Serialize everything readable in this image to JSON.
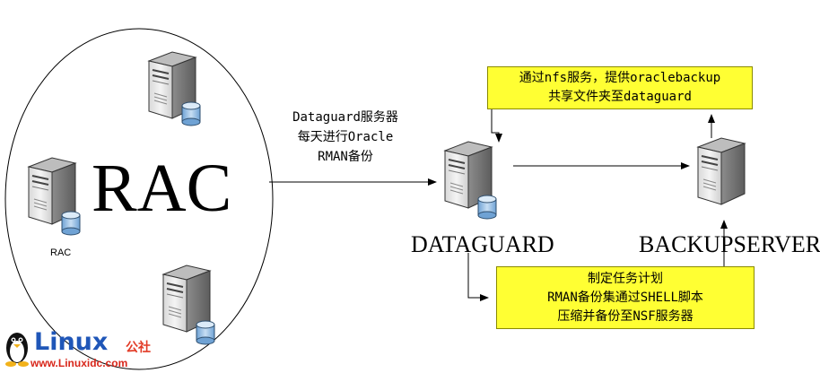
{
  "rac_cluster": {
    "title": "RAC",
    "server_label": "RAC"
  },
  "edge_backup": {
    "lines": [
      "Dataguard服务器",
      "每天进行Oracle",
      "RMAN备份"
    ]
  },
  "nodes": {
    "dataguard": "DATAGUARD",
    "backupserver": "BACKUPSERVER"
  },
  "notes": {
    "nfs": [
      "通过nfs服务，提供oraclebackup",
      "共享文件夹至dataguard"
    ],
    "task": [
      "制定任务计划",
      "RMAN备份集通过SHELL脚本",
      "压缩并备份至NSF服务器"
    ]
  },
  "watermark": {
    "brand": "Linux",
    "brand_cn": "公社",
    "url": "www.Linuxidc.com"
  },
  "colors": {
    "note_fill": "#ffff33",
    "server_body": "#e9e9e9",
    "disk": "#9cc3e6",
    "brand_blue": "#1f56b8",
    "brand_red": "#d8261a"
  }
}
